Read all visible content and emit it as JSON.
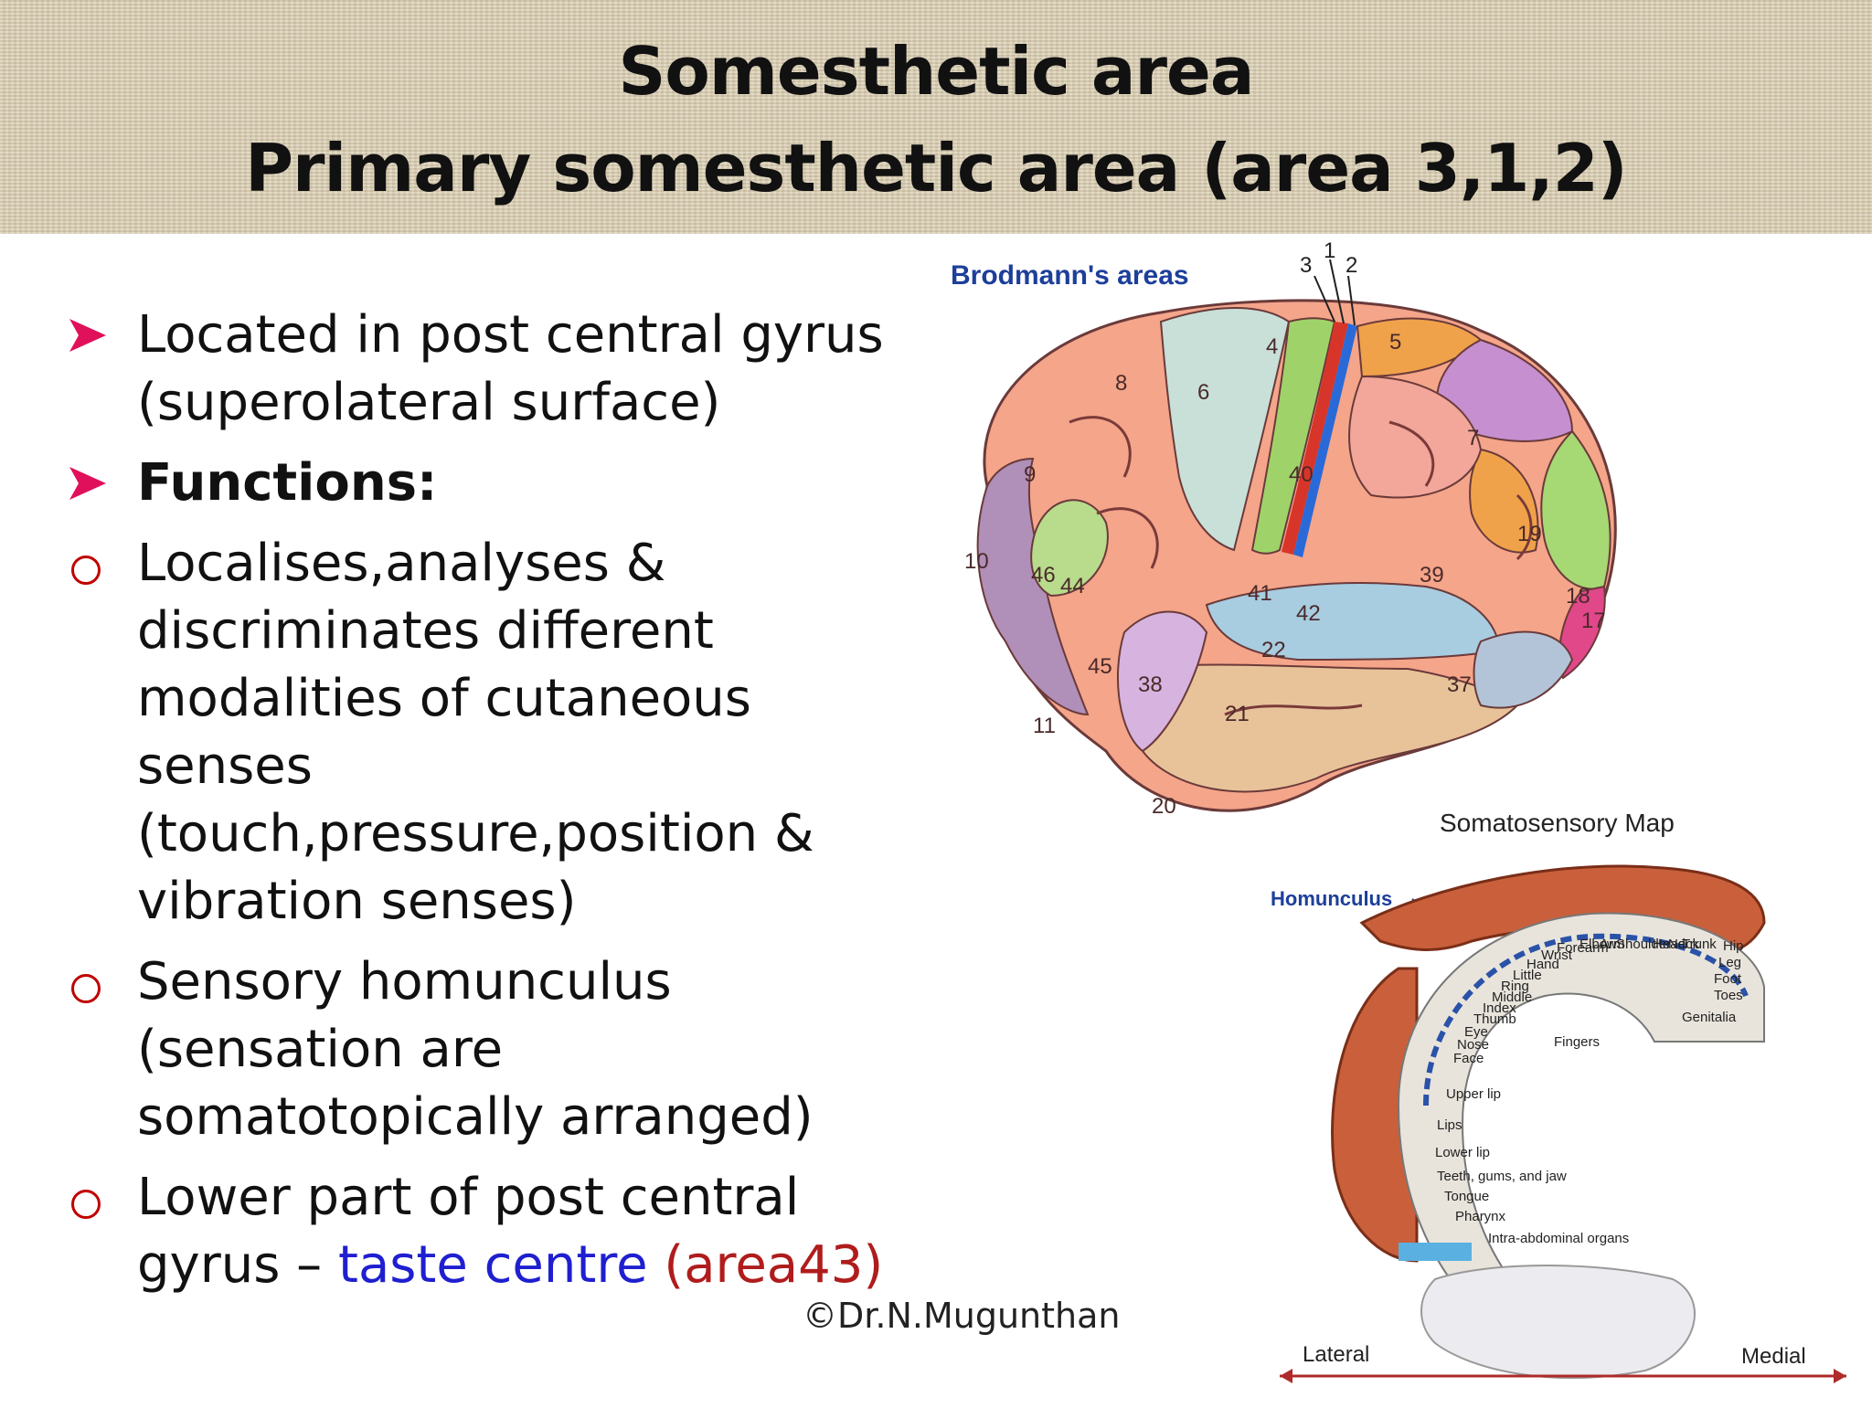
{
  "title": {
    "line1": "Somesthetic area",
    "line2": "Primary somesthetic area  (area 3,1,2)"
  },
  "bullets": {
    "b1_line1": "Located in post central gyrus",
    "b1_line2": "(superolateral surface)",
    "b2": "Functions:",
    "b3": [
      "Localises,analyses &",
      "discriminates different",
      "modalities of cutaneous",
      "senses",
      "(touch,pressure,position &",
      "vibration senses)"
    ],
    "b4": [
      "Sensory homunculus",
      "(sensation are",
      "somatotopically arranged)"
    ],
    "b5_line1": "Lower part of post central",
    "b5_prefix": "gyrus – ",
    "b5_blue": "taste centre",
    "b5_red": " (area43)"
  },
  "copyright": "©Dr.N.Mugunthan",
  "brain": {
    "title": "Brodmann's areas",
    "top_labels": [
      "3",
      "1",
      "2"
    ],
    "areas": [
      "4",
      "5",
      "6",
      "7",
      "8",
      "9",
      "10",
      "11",
      "17",
      "18",
      "19",
      "20",
      "21",
      "22",
      "37",
      "38",
      "39",
      "40",
      "41",
      "42",
      "44",
      "45",
      "46"
    ]
  },
  "homunculus": {
    "title": "Somatosensory Map",
    "pointer_label": "Homunculus",
    "parts": [
      "Hip",
      "Leg",
      "Foot",
      "Toes",
      "Genitalia",
      "Trunk",
      "Neck",
      "Head",
      "Shoulder",
      "Arm",
      "Elbow",
      "Forearm",
      "Wrist",
      "Hand",
      "Little",
      "Ring",
      "Middle",
      "Index",
      "Thumb",
      "Eye",
      "Nose",
      "Face",
      "Upper lip",
      "Lips",
      "Lower lip",
      "Teeth, gums, and jaw",
      "Tongue",
      "Pharynx",
      "Intra-abdominal organs"
    ],
    "fingers_label": "Fingers",
    "axis_left": "Lateral",
    "axis_right": "Medial"
  },
  "colors": {
    "title_bg": "#d8cdb2",
    "arrow_marker": "#e0105a",
    "circle_marker": "#c00000",
    "taste_blue": "#1f1fd0",
    "area_red": "#b01c1c"
  }
}
